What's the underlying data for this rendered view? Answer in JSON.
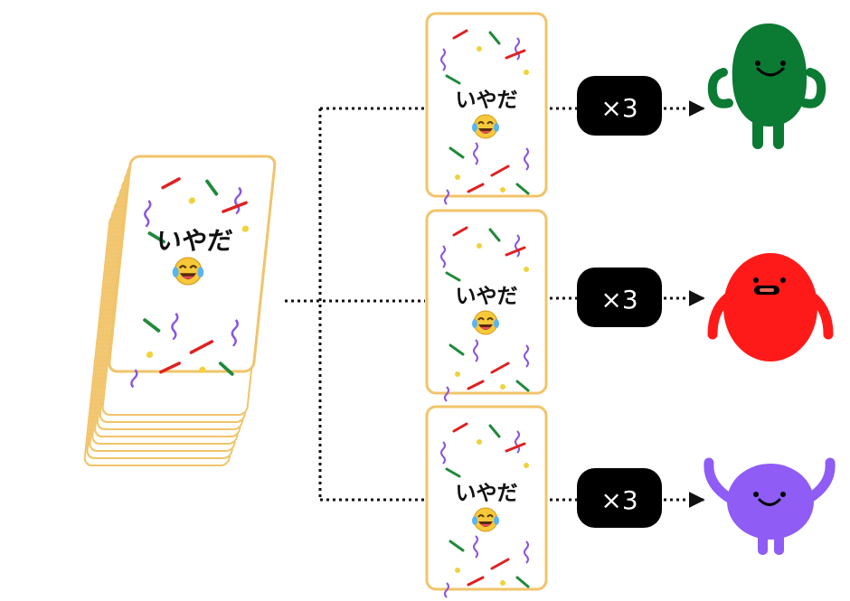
{
  "diagram": {
    "deck": {
      "card_text": "いやだ",
      "card_emoji": "😂"
    },
    "hands": [
      {
        "card_text": "いやだ",
        "card_emoji": "😂",
        "multiplier": "×3",
        "character_color": "#0b7a32",
        "character": "green-character"
      },
      {
        "card_text": "いやだ",
        "card_emoji": "😂",
        "multiplier": "×3",
        "character_color": "#ff1a1a",
        "character": "red-character"
      },
      {
        "card_text": "いやだ",
        "card_emoji": "😂",
        "multiplier": "×3",
        "character_color": "#8f5cf5",
        "character": "purple-character"
      }
    ],
    "colors": {
      "card_border": "#f1c46a",
      "confetti_green": "#1f8a3a",
      "confetti_red": "#e02020",
      "confetti_purple": "#8a55e0",
      "confetti_yellow": "#f0d23a",
      "badge_bg": "#000000",
      "connector": "#111111"
    },
    "icons": [
      "arrow-right-icon",
      "laughing-emoji-icon"
    ]
  }
}
